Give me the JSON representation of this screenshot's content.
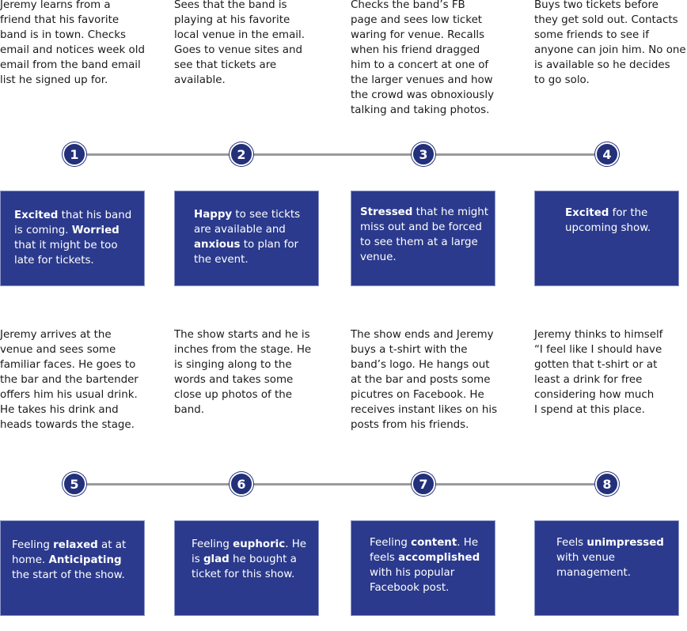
{
  "rows": [
    {
      "steps": [
        {
          "number": "1",
          "narrative": "Jeremy learns from a\nfriend that his favorite\nband is in town. Checks\nemail and notices week old\nemail from the band email\nlist he signed  up for.",
          "emotion": [
            {
              "text": "Excited",
              "bold": true
            },
            {
              "text": " that his band is coming. ",
              "bold": false
            },
            {
              "text": "Worried",
              "bold": true
            },
            {
              "text": " that it might be too late for tickets.",
              "bold": false
            }
          ]
        },
        {
          "number": "2",
          "narrative": "Sees that the band is\nplaying at his favorite\nlocal venue in the email.\nGoes to venue sites and\nsee that tickets are\navailable.",
          "emotion": [
            {
              "text": "Happy",
              "bold": true
            },
            {
              "text": " to see tickts are available and ",
              "bold": false
            },
            {
              "text": "anxious",
              "bold": true
            },
            {
              "text": " to plan for the event.",
              "bold": false
            }
          ]
        },
        {
          "number": "3",
          "narrative": "Checks the band’s FB\npage and sees low ticket\nwaring for venue. Recalls\nwhen his friend dragged\nhim to a concert at one of\nthe larger venues and how\nthe crowd was obnoxiously\ntalking and taking photos.",
          "emotion": [
            {
              "text": "Stressed",
              "bold": true
            },
            {
              "text": " that he might miss out and be forced to see them at a large venue.",
              "bold": false
            }
          ]
        },
        {
          "number": "4",
          "narrative": "Buys two tickets before\nthey get sold out. Contacts\nsome friends to see if\nanyone can join him. No one\nis available so he decides\nto go solo.",
          "emotion": [
            {
              "text": "Excited",
              "bold": true
            },
            {
              "text": " for the upcoming show.",
              "bold": false
            }
          ]
        }
      ]
    },
    {
      "steps": [
        {
          "number": "5",
          "narrative": "Jeremy arrives at the\nvenue and sees some\nfamiliar faces. He goes to\nthe bar and the bartender\noffers him his usual drink.\nHe takes his drink and\nheads towards the stage.",
          "emotion": [
            {
              "text": "Feeling ",
              "bold": false
            },
            {
              "text": "relaxed",
              "bold": true
            },
            {
              "text": " at at home. ",
              "bold": false
            },
            {
              "text": "Anticipating",
              "bold": true
            },
            {
              "text": " the start of the show.",
              "bold": false
            }
          ]
        },
        {
          "number": "6",
          "narrative": "The show starts and he is\ninches from the stage. He\nis singing along to the\nwords and takes some\nclose up photos of the\nband.",
          "emotion": [
            {
              "text": "Feeling ",
              "bold": false
            },
            {
              "text": "euphoric",
              "bold": true
            },
            {
              "text": ". He is ",
              "bold": false
            },
            {
              "text": "glad",
              "bold": true
            },
            {
              "text": " he bought a ticket for this show.",
              "bold": false
            }
          ]
        },
        {
          "number": "7",
          "narrative": "The show ends and Jeremy\nbuys a t-shirt with the\nband’s logo. He hangs out\nat the bar and posts some\npicutres on Facebook. He\nreceives instant likes on his\nposts from his friends.",
          "emotion": [
            {
              "text": "Feeling ",
              "bold": false
            },
            {
              "text": "content",
              "bold": true
            },
            {
              "text": ". He feels ",
              "bold": false
            },
            {
              "text": "accomplished",
              "bold": true
            },
            {
              "text": " with his popular Facebook post.",
              "bold": false
            }
          ]
        },
        {
          "number": "8",
          "narrative": "Jeremy thinks to himself\n“I feel like I should have\ngotten that t-shirt or at\nleast a drink for free\nconsidering how much\nI spend at this place.",
          "emotion": [
            {
              "text": "Feels ",
              "bold": false
            },
            {
              "text": "unimpressed",
              "bold": true
            },
            {
              "text": " with venue management.",
              "bold": false
            }
          ]
        }
      ]
    }
  ],
  "colors": {
    "box_fill": "#2b3a8c",
    "step_dot": "#23307a",
    "connector": "#9a9a9a",
    "narrative_text": "#1a1a1a"
  }
}
